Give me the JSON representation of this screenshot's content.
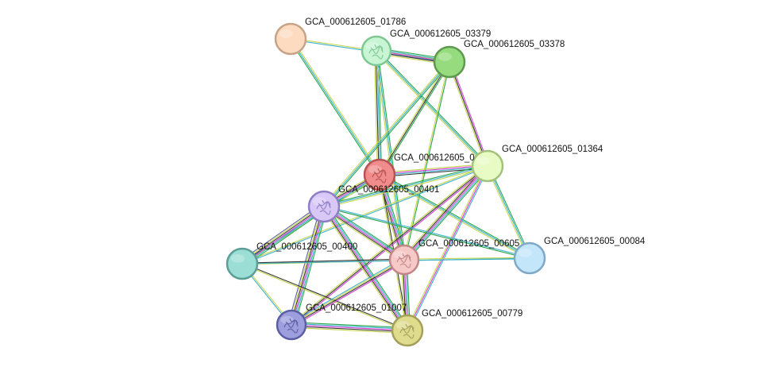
{
  "network": {
    "nodes": [
      {
        "id": "n01786",
        "label": "GCA_000612605_01786",
        "fill": "#fddbc0",
        "stroke": "#c7a487",
        "structure": false
      },
      {
        "id": "n03379",
        "label": "GCA_000612605_03379",
        "fill": "#c8f5d4",
        "stroke": "#7fc793",
        "structure": true
      },
      {
        "id": "n03378",
        "label": "GCA_000612605_03378",
        "fill": "#96dc7e",
        "stroke": "#5e9a4e",
        "structure": false
      },
      {
        "id": "n01364",
        "label": "GCA_000612605_01364",
        "fill": "#e8fbc4",
        "stroke": "#a3c27a",
        "structure": false
      },
      {
        "id": "nCenter",
        "label": "GCA_000612605_0",
        "fill": "#f08c8c",
        "stroke": "#b85353",
        "structure": true
      },
      {
        "id": "n00401",
        "label": "GCA_000612605_00401",
        "fill": "#d7c8f7",
        "stroke": "#8e7fc5",
        "structure": true
      },
      {
        "id": "n00400",
        "label": "GCA_000612605_00400",
        "fill": "#9bded6",
        "stroke": "#5b9e96",
        "structure": false
      },
      {
        "id": "n00605",
        "label": "GCA_000612605_00605",
        "fill": "#f7c8c8",
        "stroke": "#c18686",
        "structure": true
      },
      {
        "id": "n00084",
        "label": "GCA_000612605_00084",
        "fill": "#c4e6fb",
        "stroke": "#7fa9c7",
        "structure": false
      },
      {
        "id": "n01007",
        "label": "GCA_000612605_01007",
        "fill": "#9c9ede",
        "stroke": "#5b5ea3",
        "structure": true
      },
      {
        "id": "n00779",
        "label": "GCA_000612605_00779",
        "fill": "#e0dc8e",
        "stroke": "#a4a05b",
        "structure": true
      }
    ],
    "edges": [
      {
        "source": "n01786",
        "target": "nCenter",
        "colors": [
          "#c7d64e",
          "#3ab0c9",
          "#27a44b"
        ]
      },
      {
        "source": "n01786",
        "target": "n03378",
        "colors": [
          "#c7d64e",
          "#3ab0c9"
        ]
      },
      {
        "source": "n03379",
        "target": "n03378",
        "colors": [
          "#27a44b",
          "#3ab0c9",
          "#d43fd4",
          "#333333",
          "#c7d64e"
        ]
      },
      {
        "source": "n03379",
        "target": "nCenter",
        "colors": [
          "#27a44b",
          "#3ab0c9",
          "#333333",
          "#c7d64e"
        ]
      },
      {
        "source": "n03379",
        "target": "n00605",
        "colors": [
          "#27a44b",
          "#3ab0c9",
          "#c7d64e"
        ]
      },
      {
        "source": "n03379",
        "target": "n01364",
        "colors": [
          "#27a44b",
          "#3ab0c9",
          "#c7d64e"
        ]
      },
      {
        "source": "n03378",
        "target": "nCenter",
        "colors": [
          "#27a44b",
          "#333333",
          "#c7d64e"
        ]
      },
      {
        "source": "n03378",
        "target": "n00401",
        "colors": [
          "#27a44b",
          "#3ab0c9",
          "#c7d64e"
        ]
      },
      {
        "source": "n03378",
        "target": "n01364",
        "colors": [
          "#d43fd4",
          "#333333",
          "#c7d64e"
        ]
      },
      {
        "source": "n03378",
        "target": "n00605",
        "colors": [
          "#27a44b",
          "#c7d64e"
        ]
      },
      {
        "source": "nCenter",
        "target": "n01364",
        "colors": [
          "#c7d64e",
          "#d43fd4",
          "#3ab0c9",
          "#333333"
        ]
      },
      {
        "source": "nCenter",
        "target": "n00401",
        "colors": [
          "#27a44b",
          "#3ab0c9",
          "#d43fd4",
          "#333333",
          "#c7d64e"
        ]
      },
      {
        "source": "nCenter",
        "target": "n00605",
        "colors": [
          "#27a44b",
          "#3ab0c9",
          "#d43fd4",
          "#333333",
          "#c7d64e"
        ]
      },
      {
        "source": "nCenter",
        "target": "n00779",
        "colors": [
          "#333333",
          "#c7d64e"
        ]
      },
      {
        "source": "nCenter",
        "target": "n00084",
        "colors": [
          "#27a44b",
          "#3ab0c9",
          "#c7d64e"
        ]
      },
      {
        "source": "nCenter",
        "target": "n00400",
        "colors": [
          "#c7d64e",
          "#3ab0c9"
        ]
      },
      {
        "source": "n01364",
        "target": "n00401",
        "colors": [
          "#c7d64e",
          "#3ab0c9",
          "#27a44b"
        ]
      },
      {
        "source": "n01364",
        "target": "n00605",
        "colors": [
          "#27a44b",
          "#3ab0c9",
          "#d43fd4",
          "#333333",
          "#c7d64e"
        ]
      },
      {
        "source": "n01364",
        "target": "n00084",
        "colors": [
          "#27a44b",
          "#3ab0c9",
          "#c7d64e"
        ]
      },
      {
        "source": "n01364",
        "target": "n00779",
        "colors": [
          "#3ab0c9",
          "#d43fd4",
          "#c7d64e"
        ]
      },
      {
        "source": "n01364",
        "target": "n01007",
        "colors": [
          "#d43fd4",
          "#333333",
          "#c7d64e"
        ]
      },
      {
        "source": "n01364",
        "target": "n00400",
        "colors": [
          "#3ab0c9",
          "#c7d64e"
        ]
      },
      {
        "source": "n00401",
        "target": "n00400",
        "colors": [
          "#27a44b",
          "#3ab0c9",
          "#d43fd4",
          "#333333",
          "#c7d64e",
          "#5b5ea3"
        ]
      },
      {
        "source": "n00401",
        "target": "n00605",
        "colors": [
          "#27a44b",
          "#3ab0c9",
          "#d43fd4",
          "#333333",
          "#c7d64e"
        ]
      },
      {
        "source": "n00401",
        "target": "n01007",
        "colors": [
          "#27a44b",
          "#3ab0c9",
          "#d43fd4",
          "#333333",
          "#c7d64e",
          "#5b5ea3"
        ]
      },
      {
        "source": "n00401",
        "target": "n00779",
        "colors": [
          "#27a44b",
          "#3ab0c9",
          "#d43fd4",
          "#333333",
          "#c7d64e"
        ]
      },
      {
        "source": "n00401",
        "target": "n00084",
        "colors": [
          "#3ab0c9",
          "#27a44b"
        ]
      },
      {
        "source": "n00400",
        "target": "n00605",
        "colors": [
          "#333333",
          "#c7d64e"
        ]
      },
      {
        "source": "n00400",
        "target": "n00084",
        "colors": [
          "#3ab0c9"
        ]
      },
      {
        "source": "n00400",
        "target": "n01007",
        "colors": [
          "#c7d64e",
          "#3ab0c9"
        ]
      },
      {
        "source": "n00400",
        "target": "n00779",
        "colors": [
          "#333333",
          "#c7d64e"
        ]
      },
      {
        "source": "n00605",
        "target": "n00084",
        "colors": [
          "#c7d64e",
          "#3ab0c9"
        ]
      },
      {
        "source": "n00605",
        "target": "n01007",
        "colors": [
          "#d43fd4",
          "#333333",
          "#c7d64e",
          "#3ab0c9"
        ]
      },
      {
        "source": "n00605",
        "target": "n00779",
        "colors": [
          "#27a44b",
          "#3ab0c9",
          "#d43fd4",
          "#333333",
          "#c7d64e"
        ]
      },
      {
        "source": "n01007",
        "target": "n00779",
        "colors": [
          "#27a44b",
          "#3ab0c9",
          "#d43fd4",
          "#333333",
          "#c7d64e"
        ]
      }
    ]
  }
}
